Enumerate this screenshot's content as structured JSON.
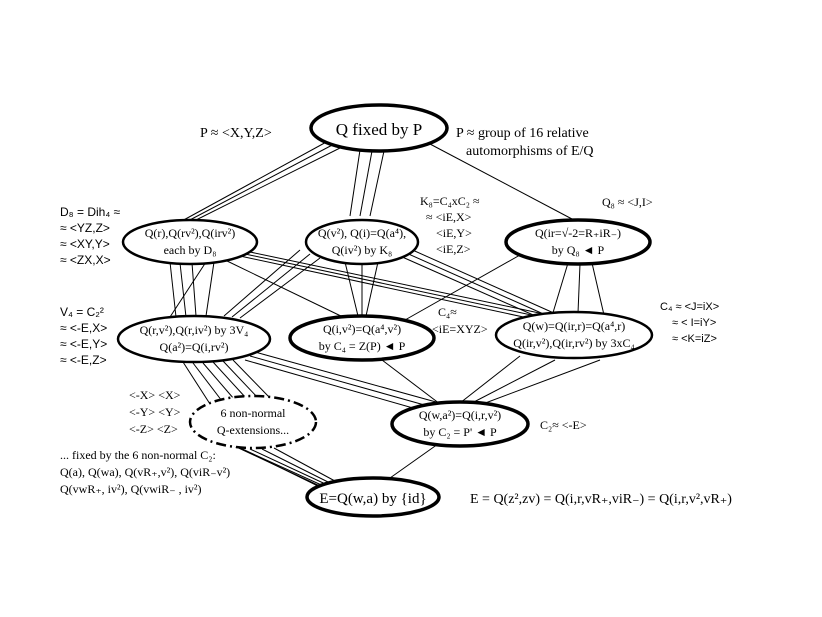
{
  "nodes": {
    "top": {
      "line1": "Q  fixed by P"
    },
    "dih": {
      "line1": "Q(r),Q(rv²),Q(irv²)",
      "line2": "each by D₈"
    },
    "k8node": {
      "line1": "Q(v²), Q(i)=Q(a⁴),",
      "line2": "Q(iv²) by K₈"
    },
    "q8node": {
      "line1": "Q(ir=√-2=R₊iR₋)",
      "line2": "by Q₈ ◄ P"
    },
    "v4node": {
      "line1": "Q(r,v²),Q(r,iv²) by 3V₄",
      "line2": "Q(a²)=Q(i,rv²)"
    },
    "c4p": {
      "line1": "Q(i,v²)=Q(a⁴,v²)",
      "line2": "by C₄ = Z(P) ◄ P"
    },
    "c4x": {
      "line1": "Q(w)=Q(ir,r)=Q(a⁴,r)",
      "line2": "Q(ir,v²),Q(ir,rv²) by 3xC₄"
    },
    "nonnormal": {
      "line1": "6 non-normal",
      "line2": "Q-extensions..."
    },
    "c2node": {
      "line1": "Q(w,a²)=Q(i,r,v²)",
      "line2": "by C₂ = P' ◄ P"
    },
    "bottom": {
      "line1": "E=Q(w,a) by {id}"
    }
  },
  "labels": {
    "p_gen": "P ≈ <X,Y,Z>",
    "p_desc1": "P ≈ group of 16 relative",
    "p_desc2": "automorphisms of E/Q",
    "d8": [
      "D₈ = Dih₄ ≈",
      "≈ <YZ,Z>",
      "≈ <XY,Y>",
      "≈ <ZX,X>"
    ],
    "k8": [
      "K₈=C₄xC₂ ≈",
      "≈ <iE,X>",
      "<iE,Y>",
      "<iE,Z>"
    ],
    "q8": "Q₈ ≈ <J,I>",
    "v4": [
      "V₄ = C₂²",
      "≈ <-E,X>",
      "≈ <-E,Y>",
      "≈ <-E,Z>"
    ],
    "c4mid": [
      "C₄≈",
      "<iE=XYZ>"
    ],
    "c4right": [
      "C₄ ≈ <J=iX>",
      "≈ < I=iY>",
      "≈ <K=iZ>"
    ],
    "nn_gens": [
      "<-X> <X>",
      "<-Y> <Y>",
      "<-Z> <Z>"
    ],
    "c2": "C₂≈  <-E>",
    "fixed": [
      "... fixed by the 6 non-normal C₂:",
      "Q(a), Q(wa), Q(vR₊,v²), Q(viR₋v²)",
      "Q(vwR₊, iv²), Q(vwiR₋ , iv²)"
    ],
    "e_eq": "E = Q(z²,zv) = Q(i,r,vR₊,viR₋) = Q(i,r,v²,vR₊)"
  }
}
